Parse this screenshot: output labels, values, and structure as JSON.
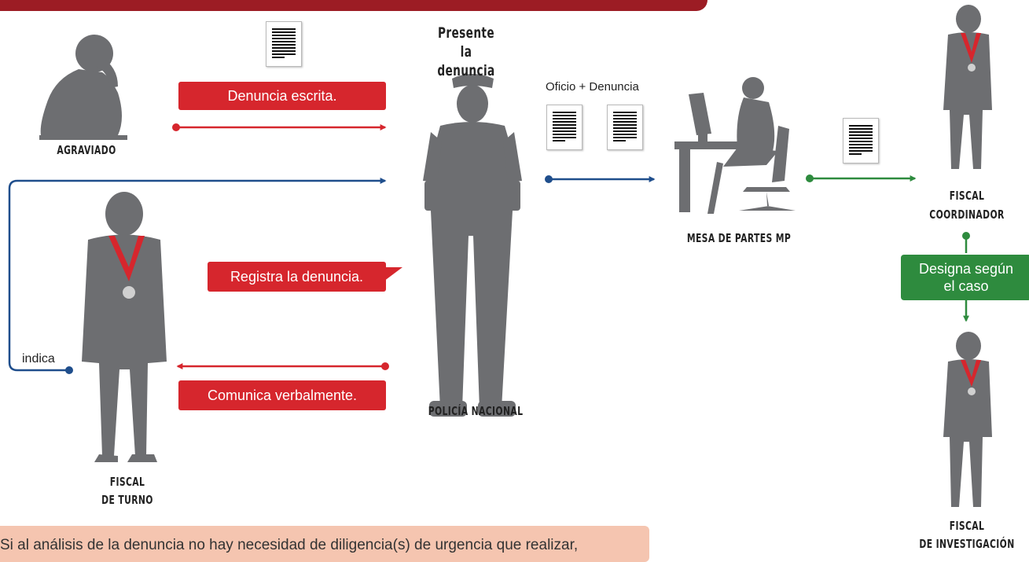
{
  "labels": {
    "agraviado": "AGRAVIADO",
    "presente": "Presente la denuncia",
    "policia": "POLICÍA NACIONAL",
    "mesa": "MESA DE PARTES MP",
    "fiscal_turno_1": "FISCAL",
    "fiscal_turno_2": "DE TURNO",
    "fiscal_coord_1": "FISCAL",
    "fiscal_coord_2": "COORDINADOR",
    "fiscal_inv_1": "FISCAL",
    "fiscal_inv_2": "DE INVESTIGACIÓN"
  },
  "boxes": {
    "denuncia_escrita": "Denuncia escrita.",
    "registra": "Registra la denuncia.",
    "comunica": "Comunica verbalmente.",
    "designa": "Designa según el caso"
  },
  "texts": {
    "oficio": "Oficio + Denuncia",
    "indica": "indica",
    "note": "Si al análisis de la denuncia  no hay necesidad de diligencia(s) de urgencia que realizar,"
  },
  "colors": {
    "red": "#d6262d",
    "blue": "#1f4e8c",
    "green": "#2e8b3e",
    "figure": "#6d6e71"
  }
}
